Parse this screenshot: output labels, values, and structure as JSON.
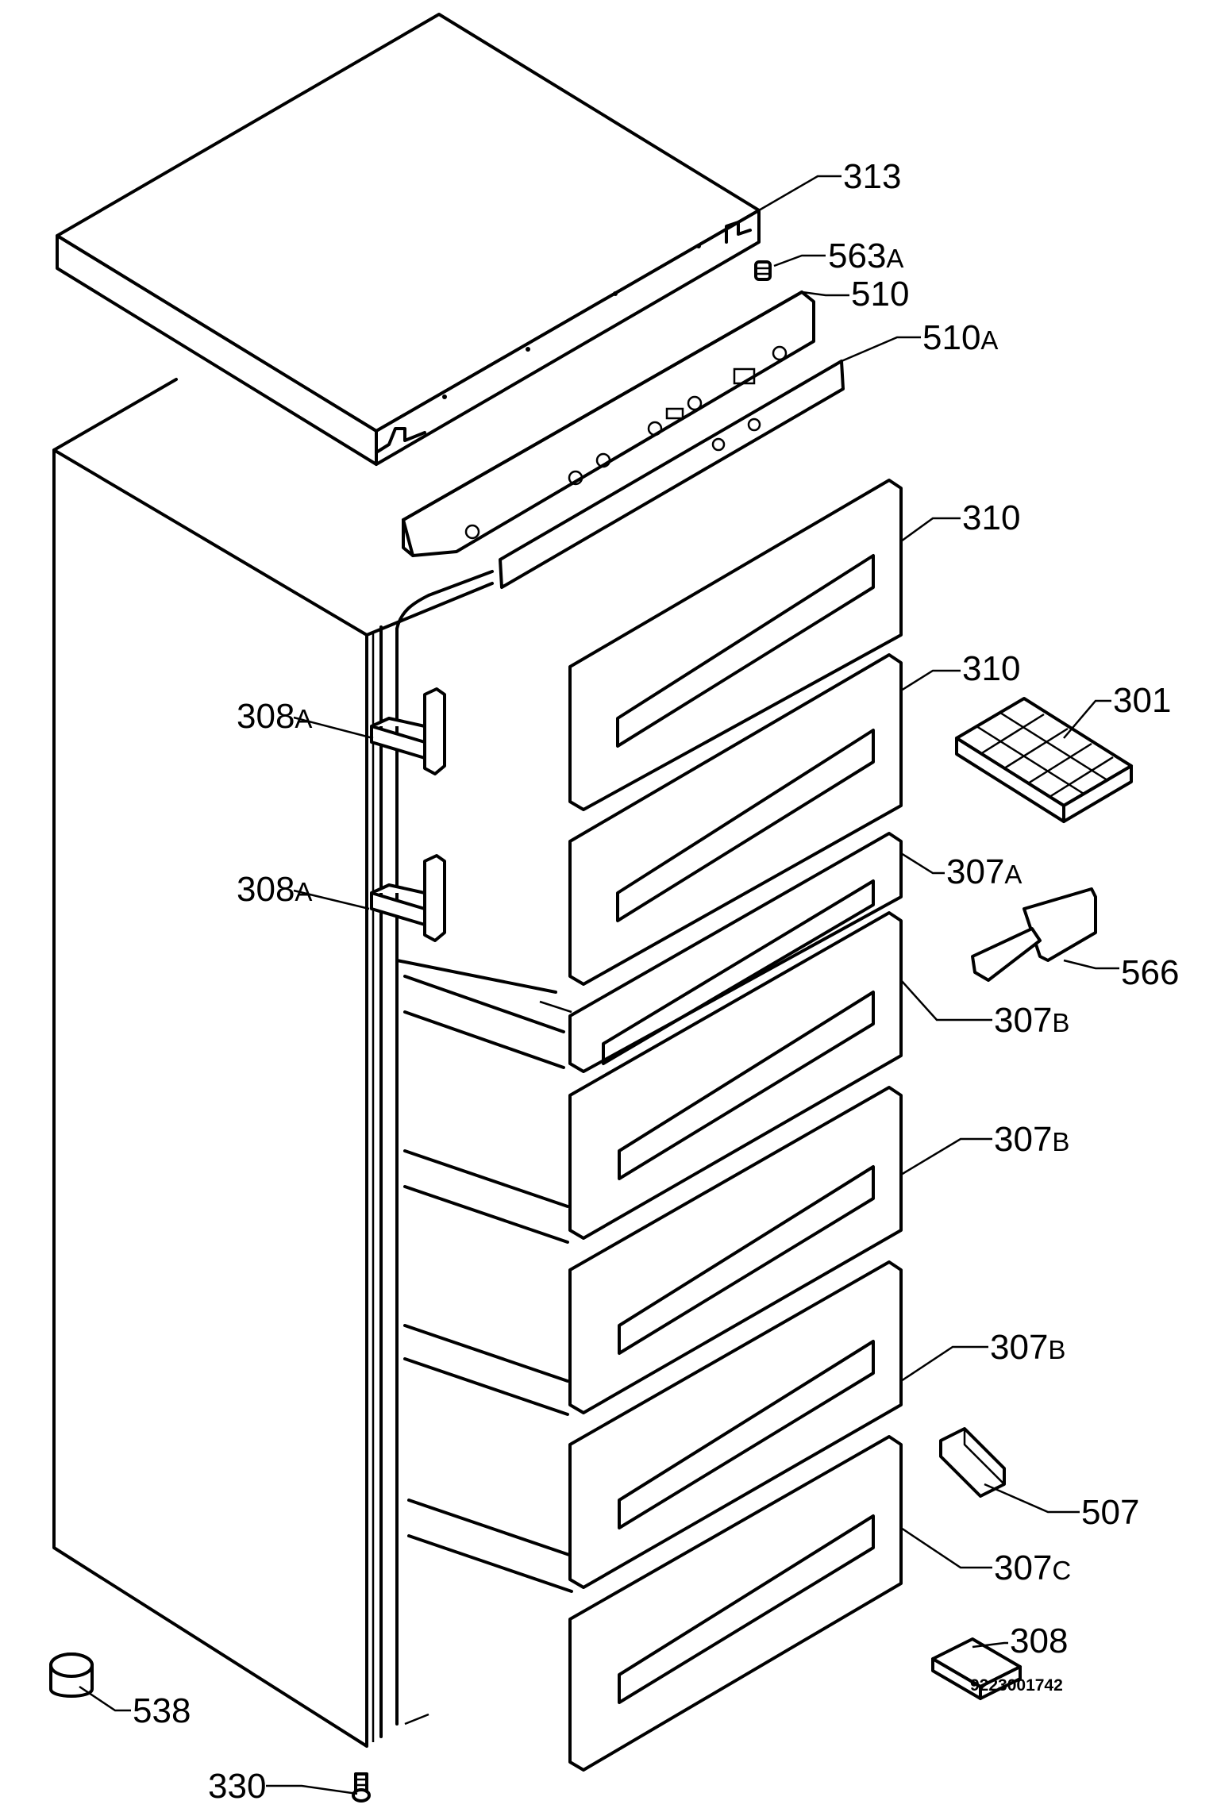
{
  "figure_code": "9223001742",
  "callouts": [
    {
      "num": "313",
      "suffix": ""
    },
    {
      "num": "563",
      "suffix": "A"
    },
    {
      "num": "510",
      "suffix": ""
    },
    {
      "num": "510",
      "suffix": "A"
    },
    {
      "num": "310",
      "suffix": ""
    },
    {
      "num": "310",
      "suffix": ""
    },
    {
      "num": "301",
      "suffix": ""
    },
    {
      "num": "308",
      "suffix": "A"
    },
    {
      "num": "308",
      "suffix": "A"
    },
    {
      "num": "307",
      "suffix": "A"
    },
    {
      "num": "566",
      "suffix": ""
    },
    {
      "num": "307",
      "suffix": "B"
    },
    {
      "num": "307",
      "suffix": "B"
    },
    {
      "num": "307",
      "suffix": "B"
    },
    {
      "num": "507",
      "suffix": ""
    },
    {
      "num": "307",
      "suffix": "C"
    },
    {
      "num": "308",
      "suffix": ""
    },
    {
      "num": "538",
      "suffix": ""
    },
    {
      "num": "330",
      "suffix": ""
    }
  ]
}
